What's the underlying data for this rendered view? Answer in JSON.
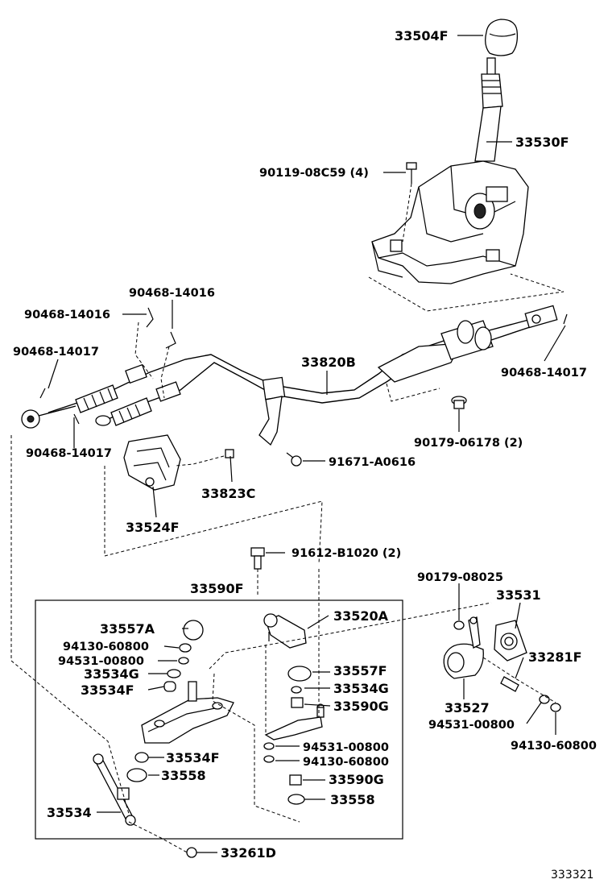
{
  "diagram": {
    "parts": {
      "shift_knob": "33504F",
      "shift_lever": "33530F",
      "lever_bolt": "90119-08C59 (4)",
      "clip_a": "90468-14016",
      "clip_b": "90468-14016",
      "clip_c": "90468-14017",
      "clip_d": "90468-14017",
      "clip_e": "90468-14017",
      "control_cable": "33820B",
      "cable_nut": "90179-06178 (2)",
      "cable_bolt": "91671-A0616",
      "cable_bracket_bolt": "33823C",
      "cable_bracket": "33524F",
      "selector_bolt": "91612-B1020 (2)",
      "lever_assy": "33590F",
      "bushing_a": "33557A",
      "nut_94130_a": "94130-60800",
      "washer_94531_a": "94531-00800",
      "washer_33534g_a": "33534G",
      "bushing_33534f_a": "33534F",
      "rod_end": "33520A",
      "bushing_f": "33557F",
      "washer_33534g_b": "33534G",
      "bushing_33590g_a": "33590G",
      "washer_94531_b": "94531-00800",
      "nut_94130_b": "94130-60800",
      "bushing_33534f_b": "33534F",
      "bushing_33558_a": "33558",
      "bushing_33590g_b": "33590G",
      "bushing_33558_b": "33558",
      "link_rod": "33534",
      "nut_33261d": "33261D",
      "nut_90179": "90179-08025",
      "bracket_33531": "33531",
      "pin_33281f": "33281F",
      "lever_33527": "33527",
      "washer_94531_c": "94531-00800",
      "nut_94130_c": "94130-60800"
    },
    "figure_number": "333321"
  }
}
